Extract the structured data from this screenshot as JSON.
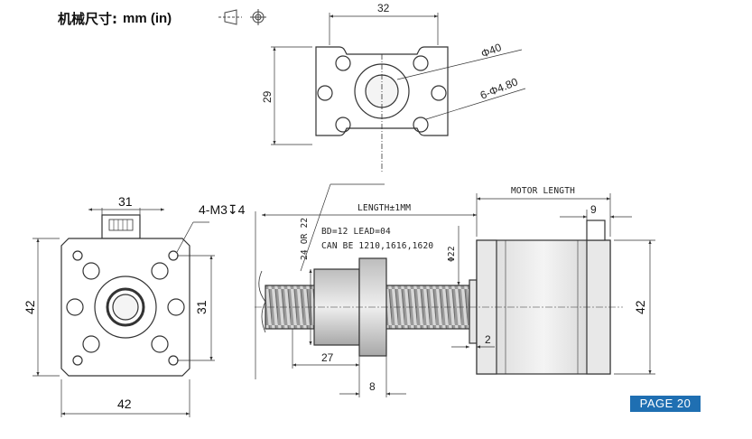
{
  "header": {
    "title": "机械尺寸:",
    "units": "mm (in)",
    "projection_icons": [
      "cone-projection-icon",
      "crosshair-circle-icon"
    ]
  },
  "top_view": {
    "width_dim": "32",
    "height_dim": "29",
    "bore_dim": "Φ40",
    "holes_dim": "6-Φ4.80"
  },
  "front_view": {
    "width_dim": "31",
    "thread_note": "4-M3↧4",
    "height_dim": "42",
    "hole_spacing_dim": "31",
    "bottom_width_dim": "42"
  },
  "side_view": {
    "length_dim": "LENGTH±1MM",
    "motor_length_dim": "MOTOR LENGTH",
    "flange_dim": "9",
    "nut_dia_dim": "24 OR 22",
    "screw_dia_dim": "Φ22",
    "spec_line1": "BD=12 LEAD=04",
    "spec_line2": "CAN BE 1210,1616,1620",
    "nut_length_dim": "27",
    "flange_thickness_dim": "8",
    "gap_dim": "2",
    "motor_height_dim": "42"
  },
  "footer": {
    "page_label": "PAGE 20"
  },
  "colors": {
    "badge": "#1f6fb2",
    "line": "#333333"
  }
}
